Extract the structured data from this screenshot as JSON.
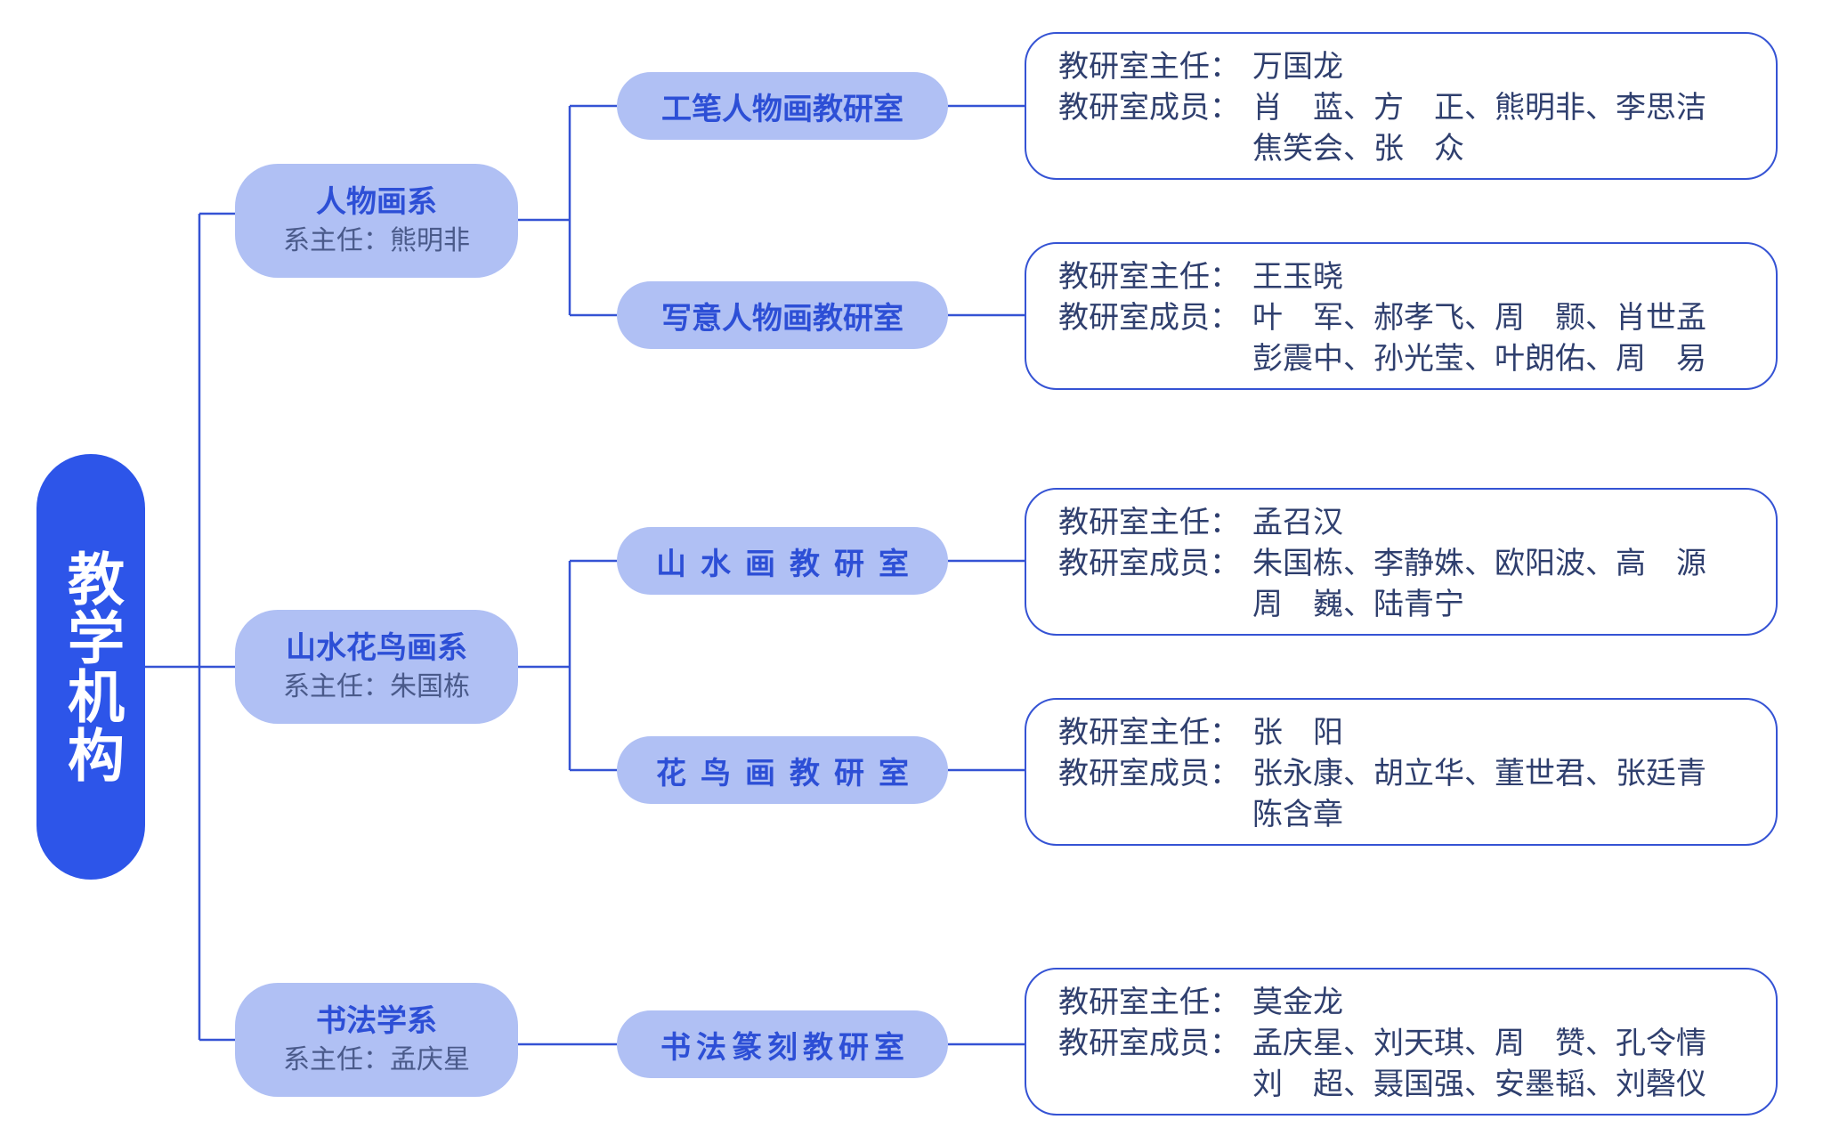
{
  "root": {
    "title": "教学机构"
  },
  "labels": {
    "director": "教研室主任：",
    "members": "教研室成员："
  },
  "departments": [
    {
      "name": "人物画系",
      "head": "系主任：熊明非",
      "offices": [
        {
          "name": "工笔人物画教研室",
          "director": "万国龙",
          "members_line1": "肖　蓝、方　正、熊明非、李思洁",
          "members_line2": "焦笑会、张　众"
        },
        {
          "name": "写意人物画教研室",
          "director": "王玉晓",
          "members_line1": "叶　军、郝孝飞、周　颢、肖世孟",
          "members_line2": "彭震中、孙光莹、叶朗佑、周　易"
        }
      ]
    },
    {
      "name": "山水花鸟画系",
      "head": "系主任：朱国栋",
      "offices": [
        {
          "name": "山水画教研室",
          "director": "孟召汉",
          "members_line1": "朱国栋、李静姝、欧阳波、高　源",
          "members_line2": "周　巍、陆青宁"
        },
        {
          "name": "花鸟画教研室",
          "director": "张　阳",
          "members_line1": "张永康、胡立华、董世君、张廷青",
          "members_line2": "陈含章"
        }
      ]
    },
    {
      "name": "书法学系",
      "head": "系主任：孟庆星",
      "offices": [
        {
          "name": "书法篆刻教研室",
          "director": "莫金龙",
          "members_line1": "孟庆星、刘天琪、周　赞、孔令情",
          "members_line2": "刘　超、聂国强、安墨韬、刘磬仪"
        }
      ]
    }
  ],
  "colors": {
    "root_fill": "#2d55e9",
    "node_fill": "#b0c0f4",
    "node_text": "#2d4fd6",
    "connector": "#3553d4"
  }
}
